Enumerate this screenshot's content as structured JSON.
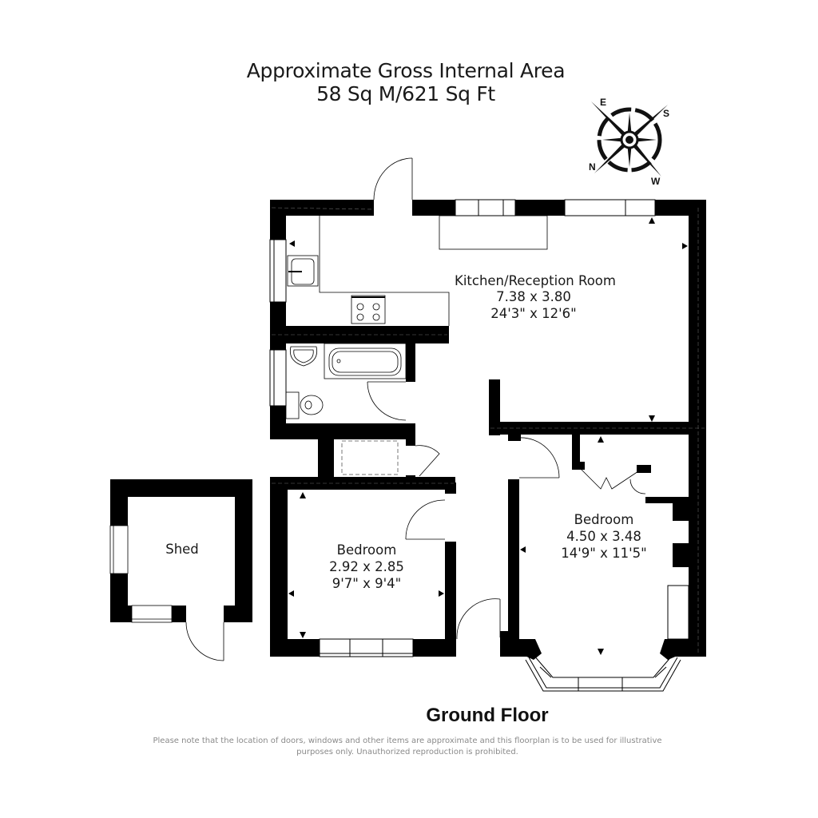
{
  "header": {
    "line1": "Approximate Gross Internal Area",
    "line2": "58 Sq M/621 Sq Ft"
  },
  "compass": {
    "icon": "compass-rose-icon",
    "labels": {
      "e": "E",
      "s": "S",
      "n": "N",
      "w": "W"
    }
  },
  "rooms": {
    "kitchen": {
      "name": "Kitchen/Reception Room",
      "metric": "7.38 x 3.80",
      "imperial": "24'3\" x 12'6\""
    },
    "bedroom_large": {
      "name": "Bedroom",
      "metric": "4.50 x 3.48",
      "imperial": "14'9\" x 11'5\""
    },
    "bedroom_small": {
      "name": "Bedroom",
      "metric": "2.92 x 2.85",
      "imperial": "9'7\" x 9'4\""
    },
    "shed": {
      "name": "Shed"
    }
  },
  "fixtures": [
    "sink-icon",
    "hob-icon",
    "bath-icon",
    "basin-icon",
    "toilet-icon",
    "cupboard-icon"
  ],
  "floor": {
    "label": "Ground Floor"
  },
  "footer": {
    "disclaimer_line1": "Please note that the location of doors, windows and other items are approximate and this floorplan is to be used for illustrative",
    "disclaimer_line2": "purposes only. Unauthorized reproduction is prohibited."
  },
  "colors": {
    "wall": "#000000",
    "background": "#ffffff",
    "disclaimer": "#8a8a8a"
  }
}
